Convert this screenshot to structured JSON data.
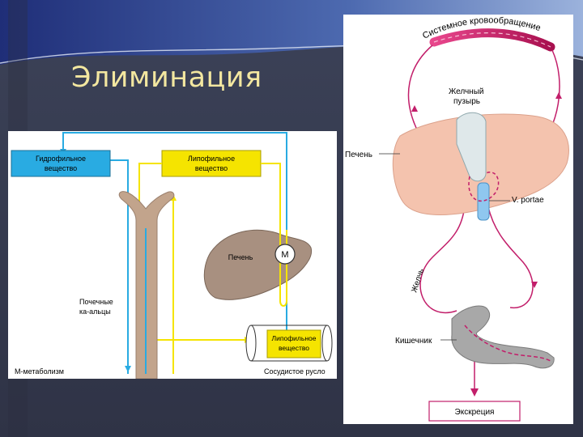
{
  "slide": {
    "title": "Элиминация"
  },
  "left_diagram": {
    "hydrophilic_box": [
      "Гидрофильное",
      "вещество"
    ],
    "lipophilic_box": [
      "Липофильное",
      "вещество"
    ],
    "lipophilic_box_vessel": [
      "Липофильное",
      "вещество"
    ],
    "liver_label": "Печень",
    "metabolism_symbol": "M",
    "renal_tubules": [
      "Почечные",
      "ка-альцы"
    ],
    "metabolism_caption": "М-метаболизм",
    "vessel_caption": "Сосудистое русло"
  },
  "right_diagram": {
    "systemic_circulation": "Системное кровообращение",
    "gallbladder": [
      "Желчный",
      "пузырь"
    ],
    "liver": "Печень",
    "portal_vein": "V. portae",
    "bile": "Желчь",
    "intestine": "Кишечник",
    "excretion": "Экскреция"
  },
  "colors": {
    "slide_background": "#34384c",
    "hydrophilic": "#29abe2",
    "lipophilic": "#f5e400",
    "tubule": "#c2a48c",
    "liver_left": "#a89080",
    "circulation": "#c21e6a",
    "liver_right": "#f4c3ae"
  }
}
